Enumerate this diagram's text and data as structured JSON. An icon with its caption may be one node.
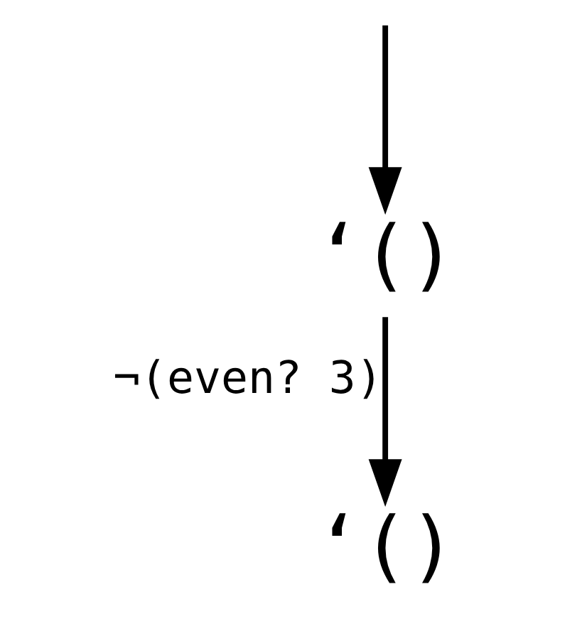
{
  "diagram": {
    "nodes": [
      {
        "text": [
          "‘()"
        ]
      },
      {
        "text": [
          "‘()"
        ]
      }
    ],
    "edges": [
      {
        "from": null,
        "to": 0,
        "arrow": "to"
      },
      {
        "from": 0,
        "to": 1,
        "arrow": "to",
        "label": "¬(even? 3)"
      }
    ]
  }
}
